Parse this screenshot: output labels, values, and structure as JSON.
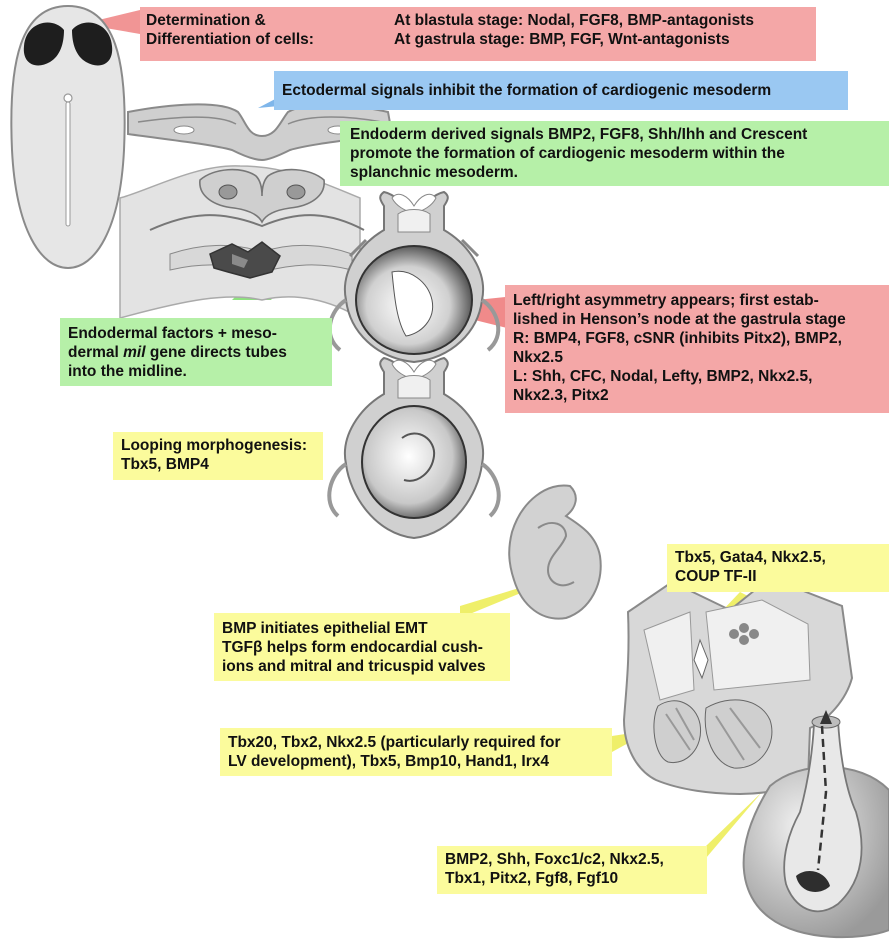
{
  "colors": {
    "pink": "#f4a7a7",
    "blue": "#9ac8f2",
    "green": "#b6f0a8",
    "yellow": "#fbfb9c"
  },
  "labels": {
    "determination": {
      "col1": [
        "Determination &",
        "Differentiation of cells:"
      ],
      "col2": [
        "At blastula stage: Nodal, FGF8, BMP-antagonists",
        "At gastrula stage: BMP, FGF, Wnt-antagonists"
      ]
    },
    "ectoderm": "Ectodermal signals inhibit the formation of cardiogenic mesoderm",
    "endoderm_signals": [
      "Endoderm derived signals  BMP2,  FGF8, Shh/Ihh and Crescent",
      "promote the formation of cardiogenic mesoderm within the",
      "splanchnic mesoderm."
    ],
    "endodermal_factors": {
      "line1": "Endodermal factors + meso-",
      "line2_before": "dermal ",
      "line2_italic": "mil",
      "line2_after": " gene directs tubes",
      "line3": "into the midline."
    },
    "asymmetry": [
      "Left/right  asymmetry appears; first estab-",
      "lished in Henson’s node at the gastrula stage",
      "R: BMP4, FGF8, cSNR (inhibits Pitx2), BMP2,",
      "Nkx2.5",
      "L: Shh, CFC, Nodal, Lefty, BMP2, Nkx2.5,",
      "Nkx2.3, Pitx2"
    ],
    "looping": [
      "Looping morphogenesis:",
      "Tbx5, BMP4"
    ],
    "tbx5_gata4": [
      "Tbx5, Gata4, Nkx2.5,",
      "COUP TF-II"
    ],
    "bmp_emt": [
      "BMP initiates epithelial EMT",
      "TGFβ helps form endocardial cush-",
      "ions and mitral and tricuspid valves"
    ],
    "tbx20": [
      "Tbx20, Tbx2, Nkx2.5 (particularly required for",
      "LV development), Tbx5, Bmp10, Hand1, Irx4"
    ],
    "bmp2_shh": [
      "BMP2, Shh, Foxc1/c2, Nkx2.5,",
      "Tbx1, Pitx2, Fgf8, Fgf10"
    ]
  }
}
